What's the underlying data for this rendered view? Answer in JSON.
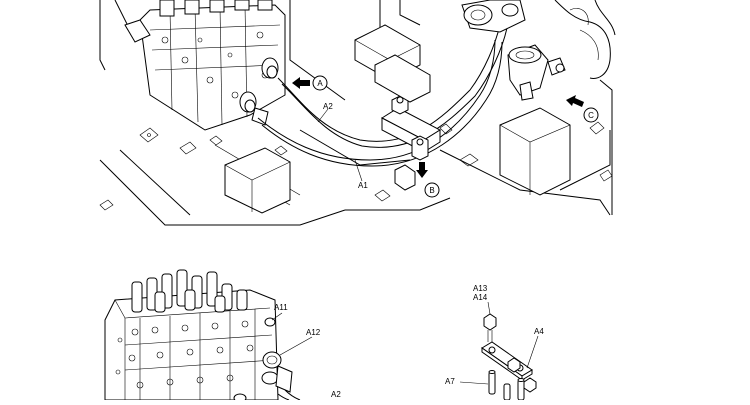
{
  "callouts": {
    "A": "A",
    "B": "B",
    "C": "C"
  },
  "labels": {
    "a1": "A1",
    "a2_top": "A2",
    "a11": "A11",
    "a12": "A12",
    "a2_bottom": "A2",
    "a13": "A13",
    "a14": "A14",
    "a4": "A4",
    "a7": "A7"
  }
}
